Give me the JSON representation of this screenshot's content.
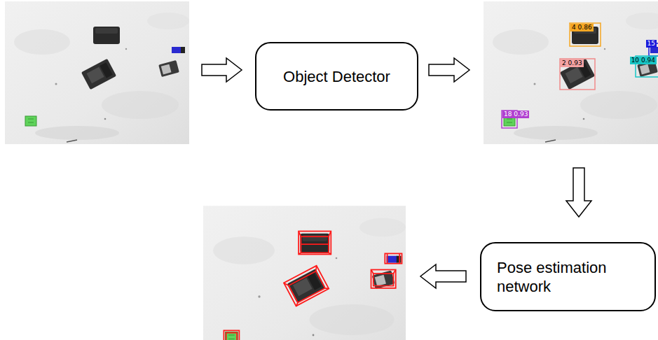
{
  "diagram": {
    "nodes": [
      {
        "text": [
          "Object Detector"
        ]
      },
      {
        "text": [
          "Pose estimation network"
        ]
      }
    ],
    "labels": [
      "4 0.86",
      "2 0.93",
      "15",
      "10 0.94",
      "18 0.93"
    ]
  }
}
